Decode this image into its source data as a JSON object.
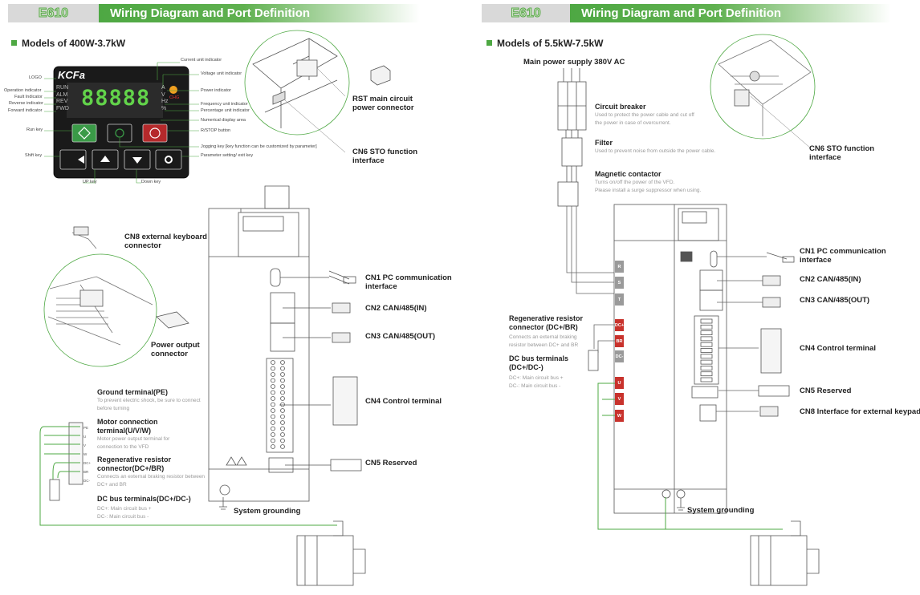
{
  "header": {
    "model": "E610",
    "title": "Wiring Diagram and Port Definition"
  },
  "left": {
    "section": "Models of 400W-3.7kW",
    "keypad": {
      "logo": "KCFa",
      "display": "88888",
      "leds": [
        "RUN",
        "ALM",
        "REV",
        "FWD"
      ],
      "units": [
        "A",
        "V",
        "Hz",
        "%"
      ],
      "chg": "CHG"
    },
    "callouts_left": [
      "LOGO",
      "Operation indicator",
      "Fault Indicator",
      "Reverse indicator",
      "Forward indicator",
      "Run key",
      "Shift key"
    ],
    "callouts_right": [
      "Current unit indicator",
      "Voltage unit indicator",
      "Power indicator",
      "Frequency unit indicator",
      "Percentage unit indicator",
      "Numerical display area",
      "R/STOP button",
      "Jogging key [key function can be customized by parameter]",
      "Parameter setting/ exit key"
    ],
    "callouts_bottom": [
      "UP key",
      "Down key"
    ],
    "rst": "RST main circuit power connector",
    "cn6": "CN6 STO function interface",
    "cn8": "CN8 external keyboard connector",
    "power_out": "Power output connector",
    "cn1": "CN1 PC communication interface",
    "cn2": "CN2 CAN/485(IN)",
    "cn3": "CN3 CAN/485(OUT)",
    "cn4": "CN4 Control terminal",
    "cn5": "CN5 Reserved",
    "grounding": "System grounding",
    "pe": {
      "title": "Ground terminal(PE)",
      "desc": "To prevent electric shock, be sure to connect before turning"
    },
    "motor": {
      "title": "Motor connection terminal(U/V/W)",
      "desc": "Motor power output terminal for connection to the VFD"
    },
    "regen": {
      "title": "Regenerative resistor connector(DC+/BR)",
      "desc": "Connects an external braking resistor between DC+ and BR"
    },
    "dcbus": {
      "title": "DC bus terminals(DC+/DC-)",
      "dcp": "DC+:  Main circuit bus +",
      "dcm": "DC-:  Main circuit bus -"
    },
    "terminal_labels": [
      "PE",
      "U",
      "V",
      "W",
      "DC+",
      "BR",
      "DC-"
    ]
  },
  "right": {
    "section": "Models of 5.5kW-7.5kW",
    "supply": "Main power supply 380V AC",
    "breaker": {
      "title": "Circuit breaker",
      "desc1": "Used to protect the power cable and cut off",
      "desc2": "the power in case of overcurrent."
    },
    "filter": {
      "title": "Filter",
      "desc": "Used to prevent noise from outside the power cable."
    },
    "contactor": {
      "title": "Magnetic contactor",
      "desc1": "Turns on/off the power of the VFD.",
      "desc2": "Please install a surge suppressor when using."
    },
    "cn6": "CN6 STO function interface",
    "regen": {
      "title": "Regenerative resistor connector (DC+/BR)",
      "desc1": "Connects an external braking",
      "desc2": "resistor between DC+ and BR"
    },
    "dcbus": {
      "title": "DC bus terminals (DC+/DC-)",
      "dcp": "DC+:  Main circuit bus +",
      "dcm": "DC-:  Main circuit bus -"
    },
    "terminals": [
      "R",
      "S",
      "T",
      "DC+",
      "BR",
      "DC-",
      "U",
      "V",
      "W"
    ],
    "cn1": "CN1 PC communication interface",
    "cn2": "CN2 CAN/485(IN)",
    "cn3": "CN3 CAN/485(OUT)",
    "cn4": "CN4 Control terminal",
    "cn5": "CN5 Reserved",
    "cn8": "CN8 Interface for external keypad",
    "grounding": "System grounding"
  },
  "colors": {
    "green": "#4ea843",
    "red": "#c8322c",
    "grey": "#9a9a9a"
  }
}
